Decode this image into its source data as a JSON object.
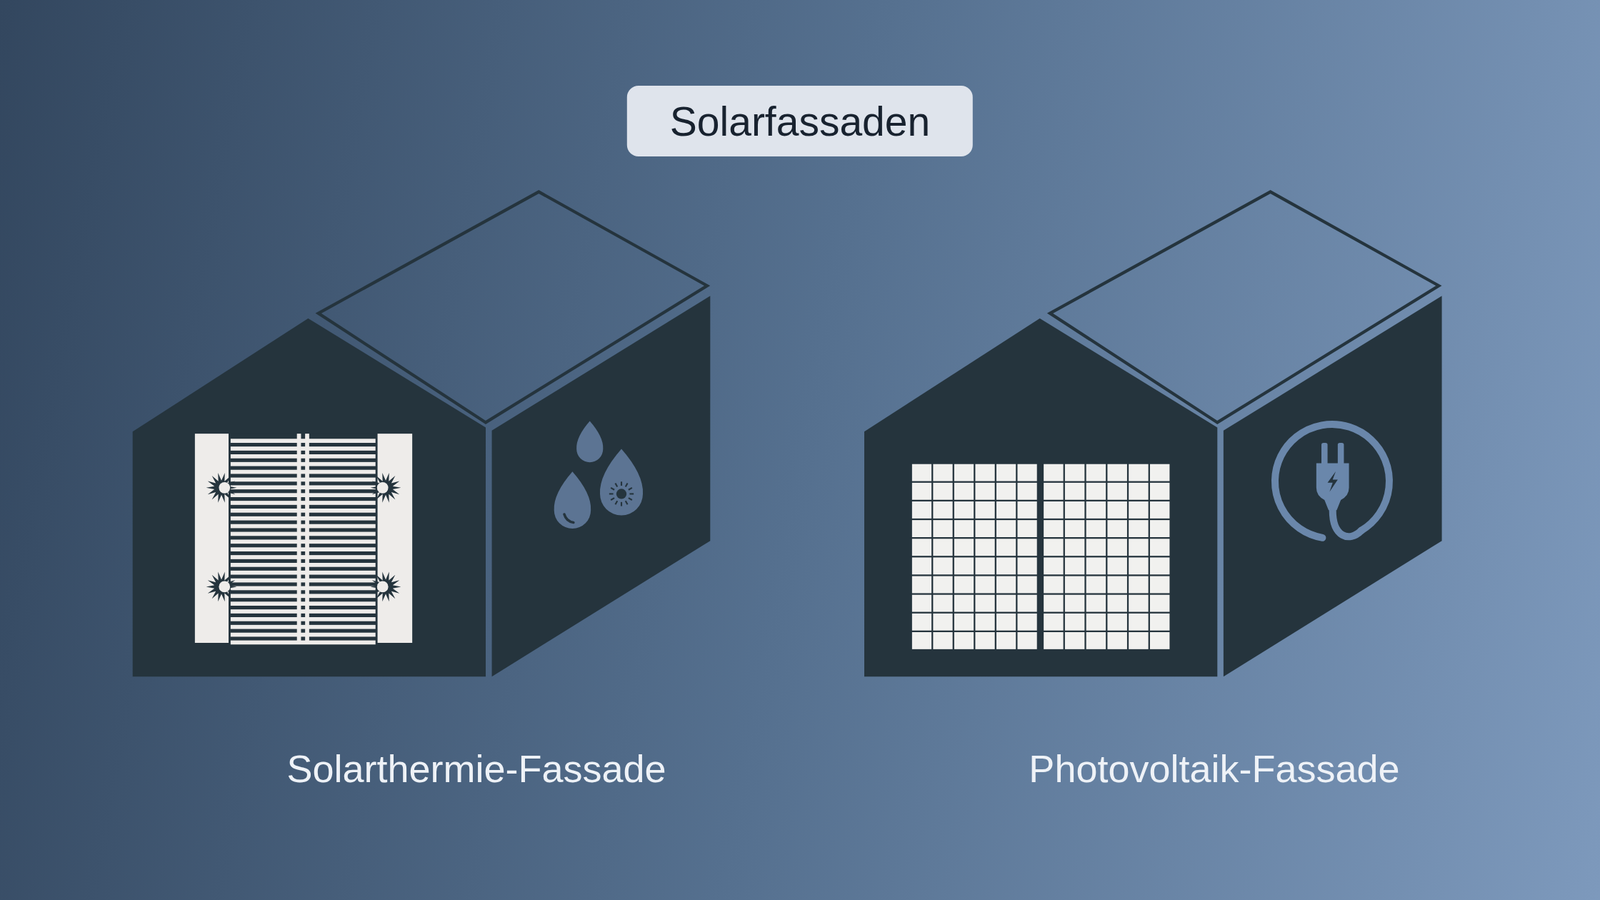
{
  "diagram": {
    "title": "Solarfassaden",
    "labels": [
      "Solarthermie-Fassade",
      "Photovoltaik-Fassade"
    ]
  }
}
